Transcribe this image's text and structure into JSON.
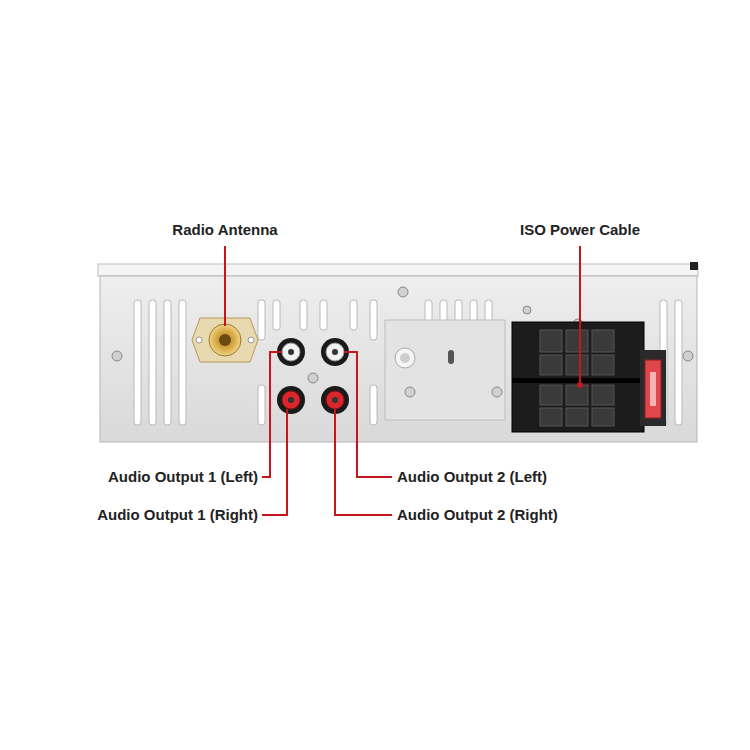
{
  "diagram": {
    "labels": [
      "Radio Antenna",
      "ISO Power Cable",
      "Audio Output 1 (Left)",
      "Audio Output 1 (Right)",
      "Audio Output 2 (Left)",
      "Audio Output 2 (Right)"
    ]
  }
}
